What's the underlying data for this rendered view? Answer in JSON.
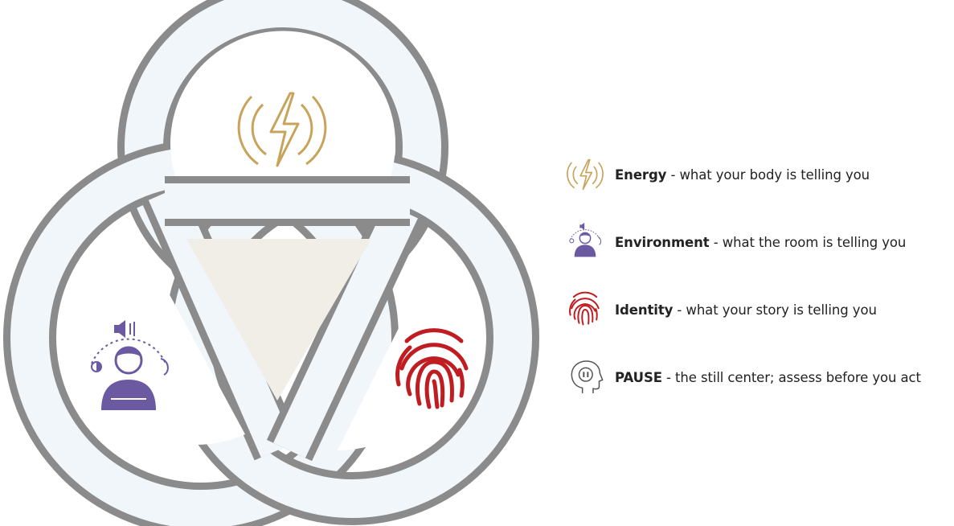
{
  "colors": {
    "ring_outline": "#8b8b8b",
    "ring_fill": "#f1f6fb",
    "center_fill": "#f1eee8",
    "energy": "#c8a35a",
    "environment": "#6b5aa2",
    "identity": "#c01d22",
    "pause": "#555555",
    "text": "#222222"
  },
  "diagram": {
    "icons": [
      "lightning-bolt-icon",
      "person-senses-icon",
      "fingerprint-icon"
    ]
  },
  "legend": [
    {
      "icon": "lightning-bolt-icon",
      "term": "Energy",
      "description": " - what your body is telling you"
    },
    {
      "icon": "person-senses-icon",
      "term": "Environment",
      "description": " - what the room is telling you"
    },
    {
      "icon": "fingerprint-icon",
      "term": "Identity",
      "description": " - what your story is telling you"
    },
    {
      "icon": "head-pause-icon",
      "term": "PAUSE",
      "description": " - the still center; assess before you act"
    }
  ]
}
